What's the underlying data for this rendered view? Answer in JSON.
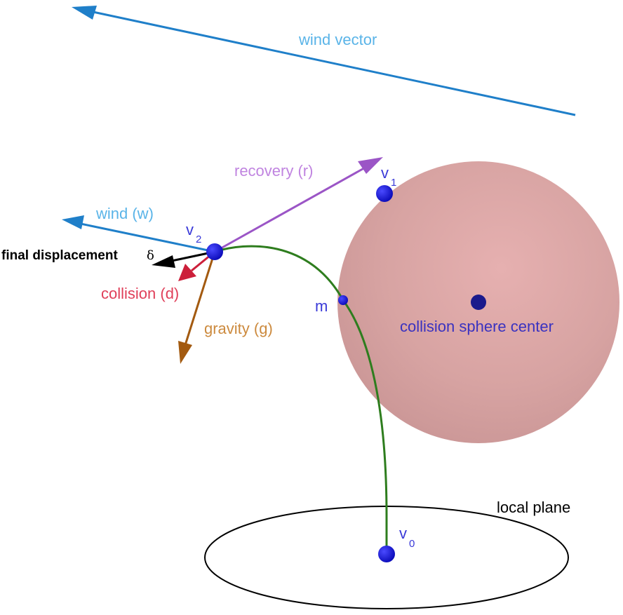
{
  "labels": {
    "wind_vector": "wind vector",
    "recovery": "recovery (r)",
    "wind": "wind (w)",
    "final_displacement": "final displacement",
    "delta_symbol": "δ",
    "collision": "collision (d)",
    "gravity": "gravity (g)",
    "sphere_center": "collision sphere center",
    "local_plane": "local plane",
    "point_m": "m",
    "v_letter": "v",
    "v0_sub": "0",
    "v1_sub": "1",
    "v2_sub": "2"
  },
  "colors": {
    "wind": "#1f7fc9",
    "wind_label": "#5ab4e8",
    "recovery": "#9b55c6",
    "recovery_label": "#c084e0",
    "collision": "#cc1f3a",
    "collision_label": "#e0405a",
    "gravity": "#a35a10",
    "gravity_label": "#cc8a3e",
    "displacement": "#000000",
    "curve": "#2e7d1e",
    "point": "#1010d0",
    "point_label": "#3a3ad8",
    "sphere_center": "#1a1a8c",
    "sphere_center_label": "#3a32c0",
    "sphere": "#d6a3a3",
    "plane": "#000000"
  }
}
